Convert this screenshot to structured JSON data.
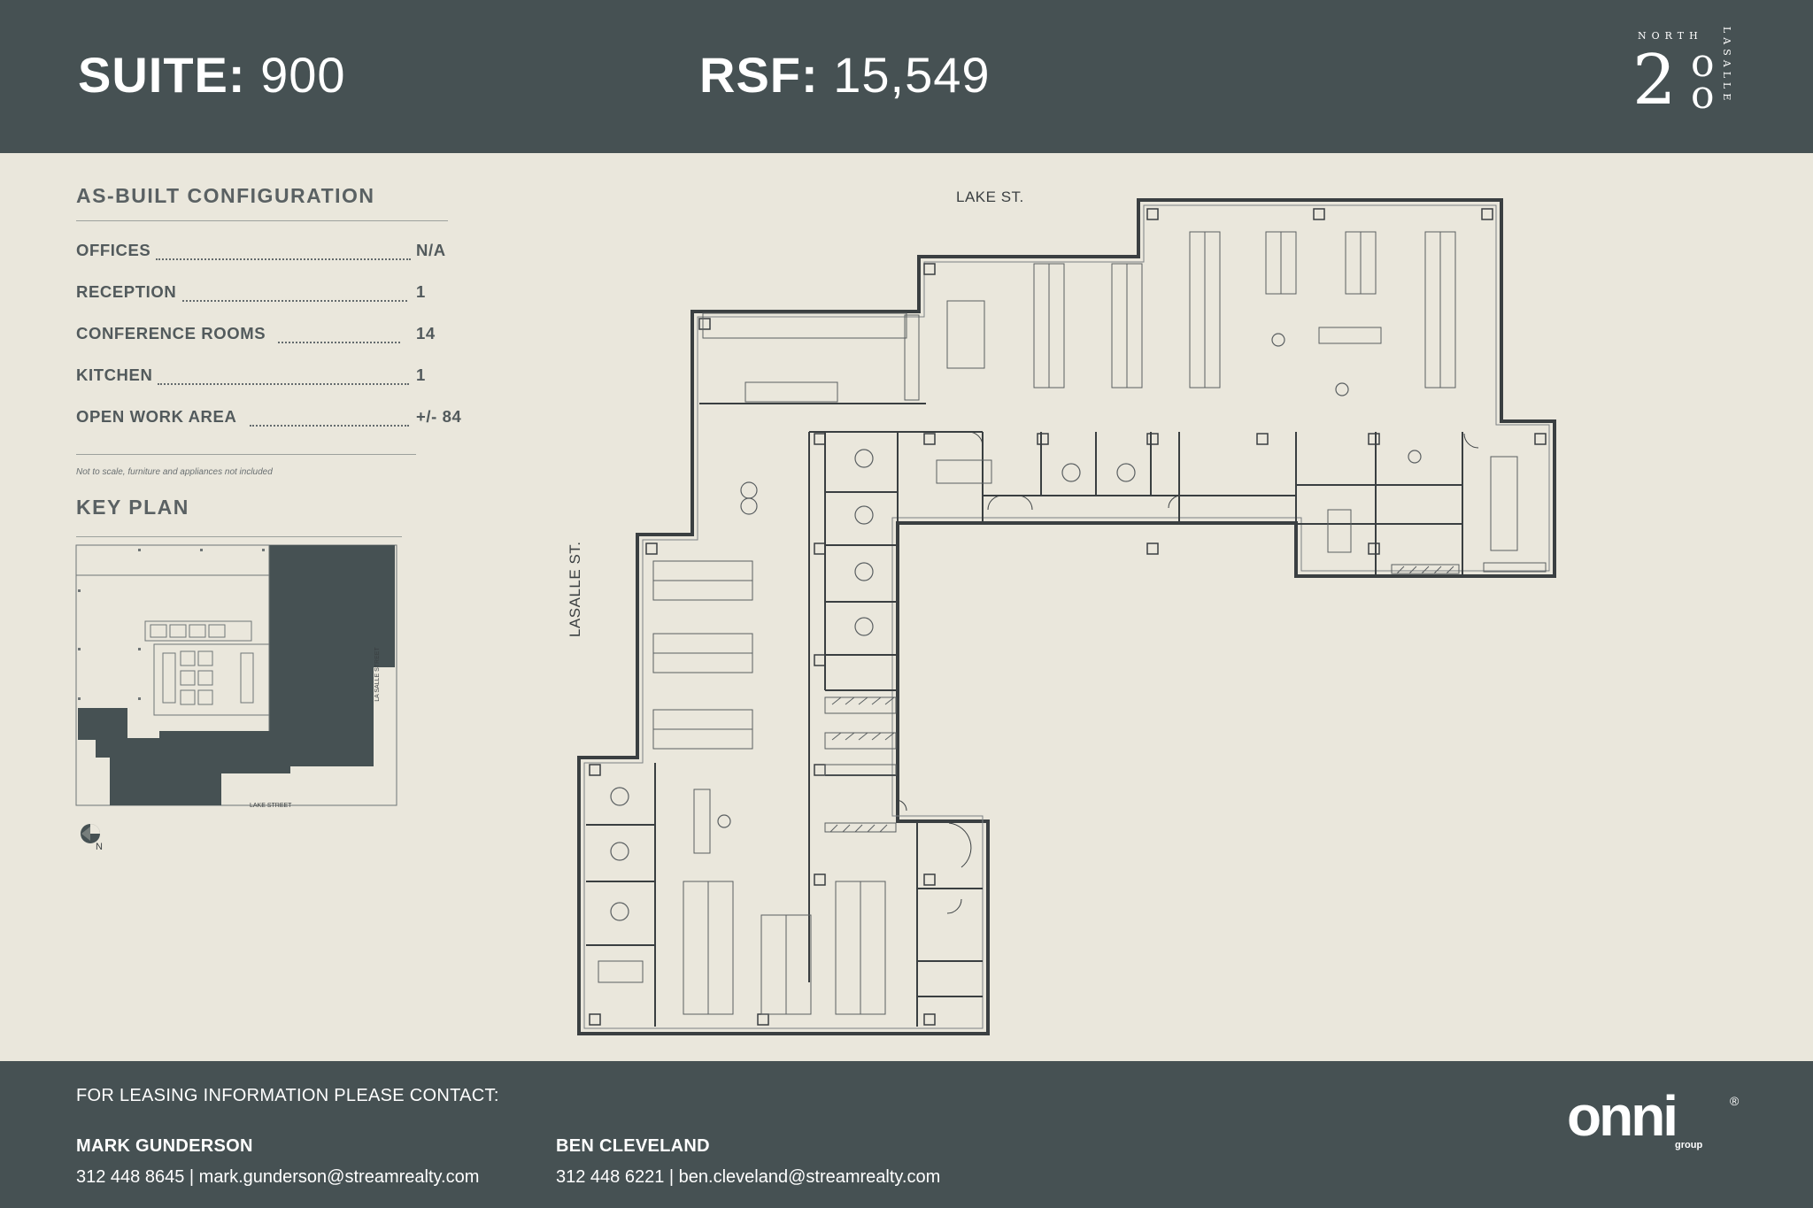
{
  "header": {
    "suite_key": "SUITE:",
    "suite_value": "900",
    "rsf_key": "RSF:",
    "rsf_value": "15,549",
    "logo": {
      "north": "NORTH",
      "number": "2",
      "o_top": "o",
      "o_bottom": "o",
      "lasalle": "LASALLE"
    }
  },
  "config": {
    "title": "AS-BUILT CONFIGURATION",
    "rows": [
      {
        "label": "OFFICES",
        "value": "N/A"
      },
      {
        "label": "RECEPTION",
        "value": "1"
      },
      {
        "label": "CONFERENCE ROOMS",
        "value": "14"
      },
      {
        "label": "KITCHEN",
        "value": "1"
      },
      {
        "label": "OPEN WORK AREA",
        "value": "+/- 84"
      }
    ],
    "note": "Not to scale, furniture and appliances not included"
  },
  "keyplan": {
    "title": "KEY PLAN",
    "lasalle_label": "LA SALLE STREET",
    "lake_label": "LAKE STREET",
    "compass_letter": "N"
  },
  "floorplan": {
    "lake_street": "LAKE ST.",
    "lasalle_street": "LASALLE ST."
  },
  "footer": {
    "contact_heading": "FOR LEASING INFORMATION PLEASE CONTACT:",
    "contacts": [
      {
        "name": "MARK GUNDERSON",
        "info": "312 448 8645 | mark.gunderson@streamrealty.com"
      },
      {
        "name": "BEN CLEVELAND",
        "info": "312 448 6221 | ben.cleveland@streamrealty.com"
      }
    ],
    "brand": "onni",
    "brand_sub": "group",
    "registered": "®"
  },
  "colors": {
    "header_bg": "#465153",
    "page_bg": "#eae7dc",
    "keyplan_fill": "#465153",
    "plan_line": "#3a3f41"
  }
}
